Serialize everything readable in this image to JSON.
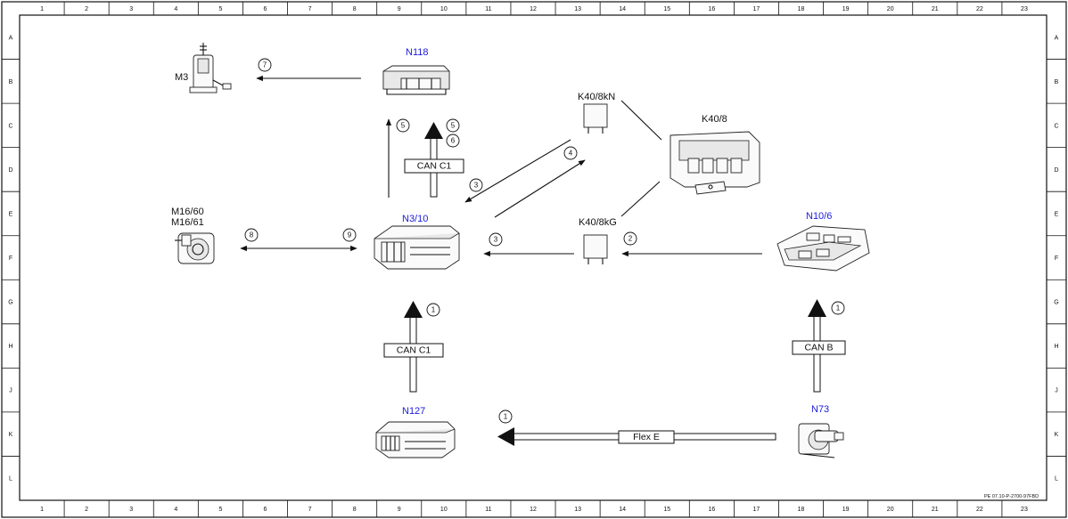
{
  "grid": {
    "columns": [
      "1",
      "2",
      "3",
      "4",
      "5",
      "6",
      "7",
      "8",
      "9",
      "10",
      "11",
      "12",
      "13",
      "14",
      "15",
      "16",
      "17",
      "18",
      "19",
      "20",
      "21",
      "22",
      "23"
    ],
    "rows": [
      "A",
      "B",
      "C",
      "D",
      "E",
      "F",
      "G",
      "H",
      "J",
      "K",
      "L"
    ]
  },
  "components": {
    "m3": "M3",
    "n118": "N118",
    "k40_8kn": "K40/8kN",
    "k40_8": "K40/8",
    "m16_60": "M16/60",
    "m16_61": "M16/61",
    "n3_10": "N3/10",
    "k40_8kg": "K40/8kG",
    "n10_6": "N10/6",
    "n127": "N127",
    "n73": "N73"
  },
  "colors": {
    "blue_label": "#1a1adb",
    "line": "#111111"
  },
  "buses": {
    "can_c1_upper": "CAN C1",
    "can_c1_lower": "CAN C1",
    "can_b": "CAN B",
    "flex_e": "Flex E"
  },
  "steps": {
    "s7": "7",
    "s5a": "5",
    "s5b": "5",
    "s6": "6",
    "s4": "4",
    "s3a": "3",
    "s3b": "3",
    "s2": "2",
    "s8": "8",
    "s9": "9",
    "s1a": "1",
    "s1b": "1",
    "s1c": "1"
  },
  "footer": {
    "ref": "PE 07.10-P-2700-97FBD"
  }
}
